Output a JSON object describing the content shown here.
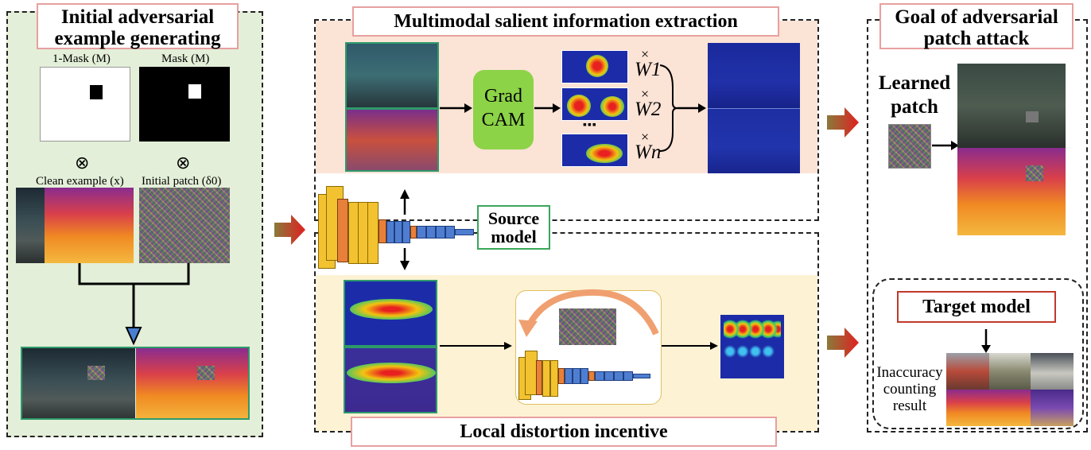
{
  "left_panel": {
    "title_line1": "Initial adversarial",
    "title_line2": "example generating",
    "label_inverse_mask": "1-Mask (M)",
    "label_mask": "Mask (M)",
    "otimes": "⊗",
    "label_clean": "Clean example (x)",
    "label_patch": "Initial patch (δ0)"
  },
  "middle_panel": {
    "top_title": "Multimodal salient information extraction",
    "gradcam_line1": "Grad",
    "gradcam_line2": "CAM",
    "times": "×",
    "weights": [
      "W1",
      "W2",
      "Wn"
    ],
    "ellipsis": "▪▪▪",
    "source_model_line1": "Source",
    "source_model_line2": "model",
    "bottom_title": "Local distortion incentive"
  },
  "right_panel": {
    "title_line1": "Goal of adversarial",
    "title_line2": "patch attack",
    "learned_patch_line1": "Learned",
    "learned_patch_line2": "patch",
    "target_model": "Target model",
    "result_line1": "Inaccuracy",
    "result_line2": "counting",
    "result_line3": "result"
  },
  "colors": {
    "left_bg": "#e3efd8",
    "top_bg": "#fbe3d6",
    "bottom_bg": "#fdf2d4",
    "gradcam": "#8cd347",
    "title_border": "#e7a0a0",
    "source_border": "#3aa65a",
    "target_border": "#c0392b"
  }
}
